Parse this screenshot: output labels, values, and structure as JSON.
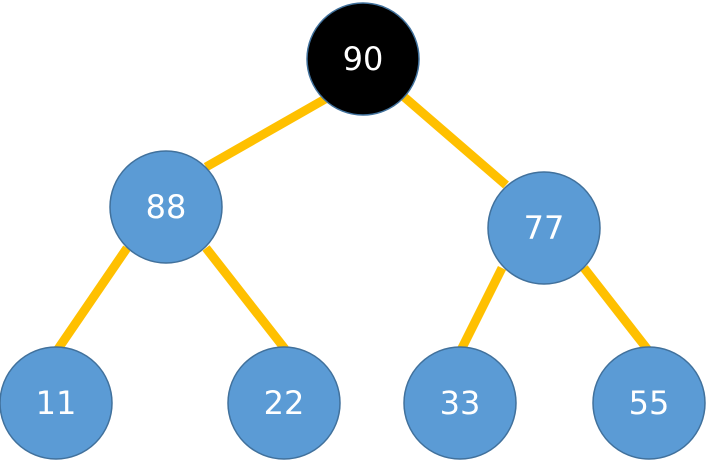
{
  "colors": {
    "root_fill": "#000000",
    "node_fill": "#5B9BD5",
    "node_stroke": "#41719C",
    "edge": "#FFC000",
    "label": "#FFFFFF"
  },
  "tree": {
    "root": {
      "value": "90"
    },
    "level1": [
      {
        "value": "88"
      },
      {
        "value": "77"
      }
    ],
    "level2": [
      {
        "value": "11"
      },
      {
        "value": "22"
      },
      {
        "value": "33"
      },
      {
        "value": "55"
      }
    ]
  }
}
